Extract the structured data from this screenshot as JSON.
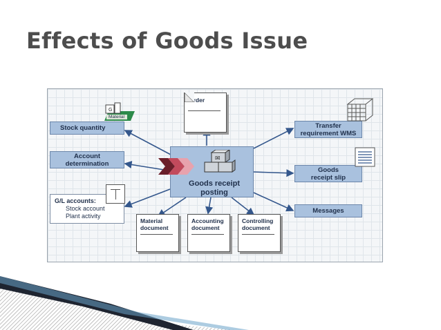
{
  "slide": {
    "title": "Effects of Goods Issue"
  },
  "diagram": {
    "center": {
      "line1": "Goods receipt",
      "line2": "posting"
    },
    "left_nodes": {
      "stock_quantity": "Stock quantity",
      "account_determination_1": "Account",
      "account_determination_2": "determination"
    },
    "gl_accounts": {
      "title": "G/L accounts:",
      "line1": "Stock account",
      "line2": "Plant activity"
    },
    "material_icon_label": "Material",
    "top_doc": "Order",
    "right_nodes": {
      "transfer_1": "Transfer",
      "transfer_2": "requirement WMS",
      "goods_slip_1": "Goods",
      "goods_slip_2": "receipt slip",
      "messages": "Messages"
    },
    "bottom_docs": {
      "material_1": "Material",
      "material_2": "document",
      "accounting_1": "Accounting",
      "accounting_2": "document",
      "controlling_1": "Controlling",
      "controlling_2": "document"
    },
    "colors": {
      "node_fill": "#a9c1de",
      "arrow": "#34578c",
      "center_chevrons": "#e07a8a"
    }
  }
}
